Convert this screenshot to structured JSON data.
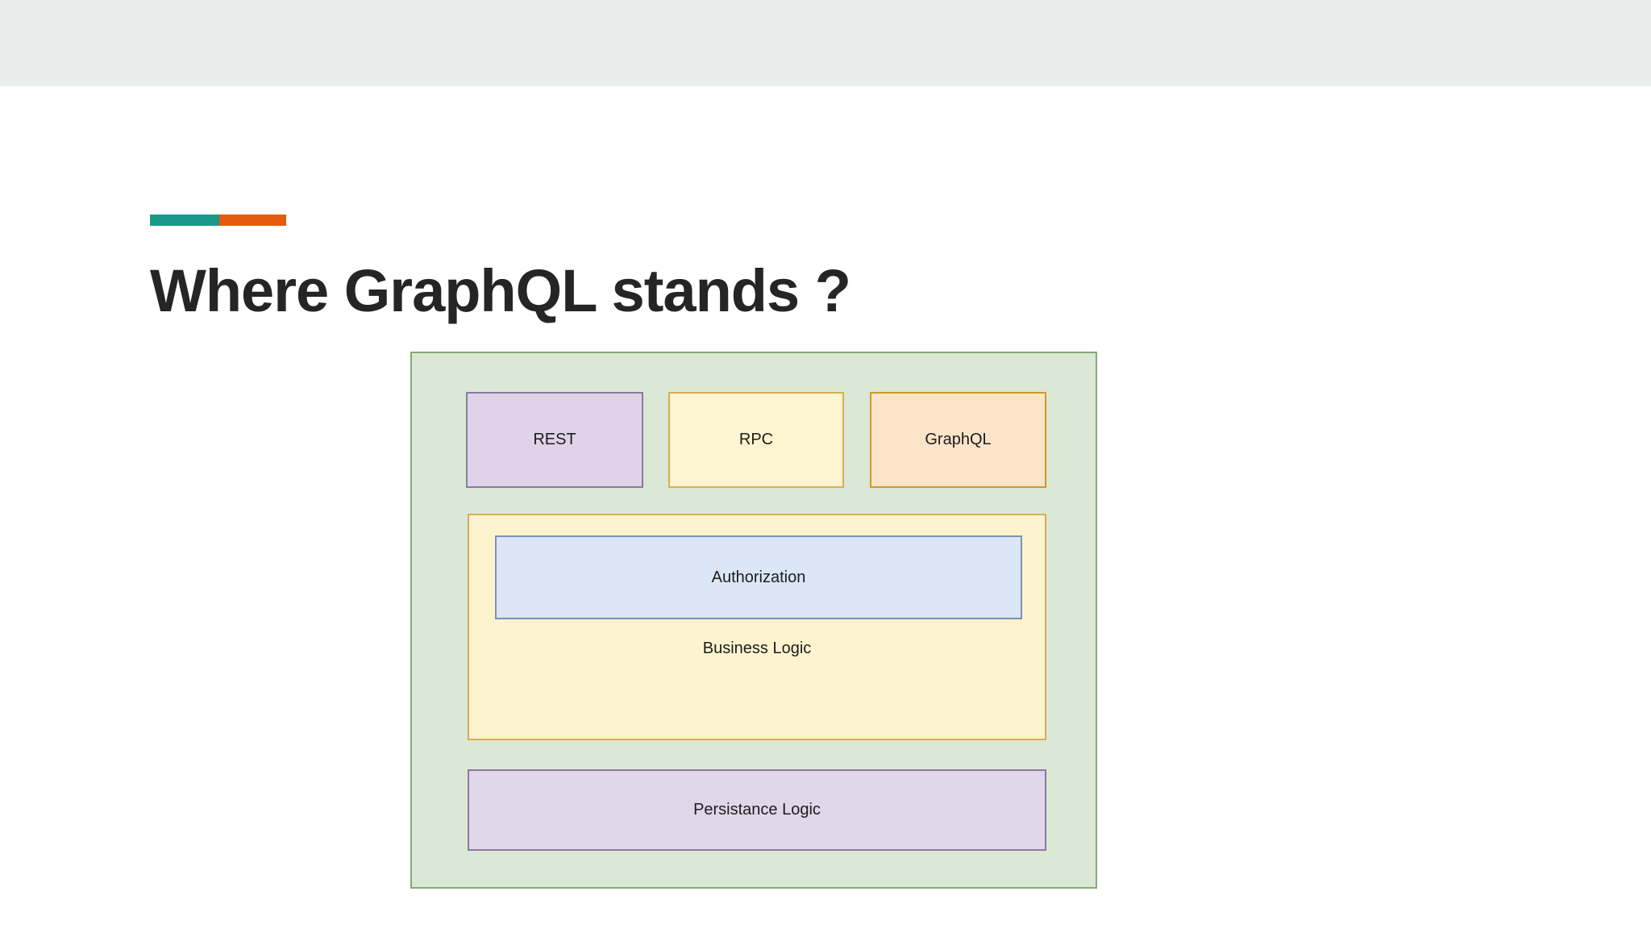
{
  "chrome": {
    "top_bar_color": "#E9EEEC",
    "background_color": "#FFFFFF"
  },
  "slide": {
    "title": "Where GraphQL stands ?",
    "title_color": "#252525",
    "accent_bar": {
      "teal_color": "#1A998B",
      "orange_color": "#E65C0E"
    }
  },
  "diagram": {
    "container": {
      "fill": "#DBE8D5",
      "border": "#85AA76"
    },
    "api_layers": [
      {
        "label": "REST",
        "fill": "#E0D3E9",
        "border": "#887AA0"
      },
      {
        "label": "RPC",
        "fill": "#FDF4D0",
        "border": "#D7AD52"
      },
      {
        "label": "GraphQL",
        "fill": "#FCE4C9",
        "border": "#CD9A28"
      }
    ],
    "business_logic": {
      "label": "Business Logic",
      "fill": "#FDF3CF",
      "border": "#D7AD52",
      "authorization": {
        "label": "Authorization",
        "fill": "#DBE6F6",
        "border": "#7B8FB9"
      }
    },
    "persistence": {
      "label": "Persistance Logic",
      "fill": "#E2D6EA",
      "border": "#887AA0"
    }
  }
}
